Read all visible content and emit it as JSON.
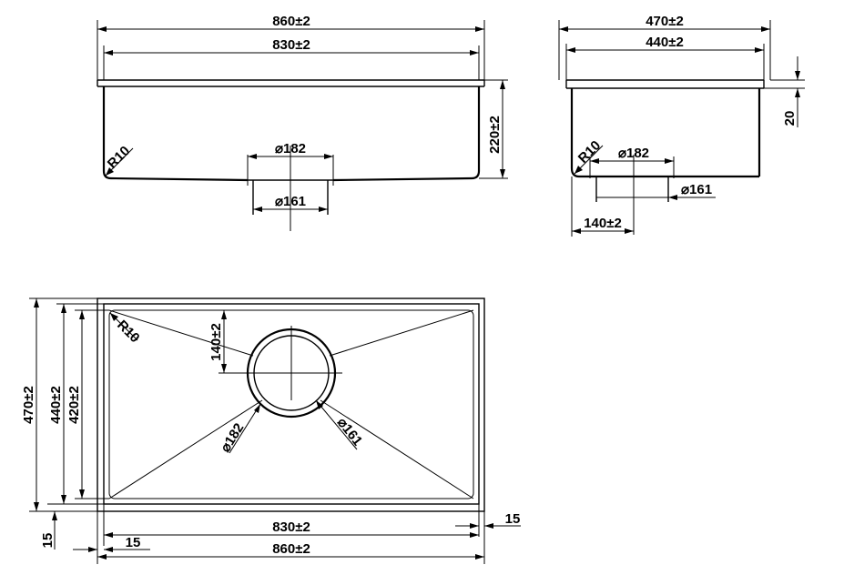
{
  "front_view": {
    "outer_width": "860±2",
    "inner_width": "830±2",
    "height": "220±2",
    "corner_radius": "R10",
    "drain_outer": "⌀182",
    "drain_inner": "⌀161"
  },
  "side_view": {
    "outer_width": "470±2",
    "inner_width": "440±2",
    "flange_height": "20",
    "corner_radius": "R10",
    "drain_outer": "⌀182",
    "drain_inner": "⌀161",
    "drain_offset": "140±2"
  },
  "top_view": {
    "outer_width": "860±2",
    "inner_width": "830±2",
    "outer_depth": "470±2",
    "middle_depth": "440±2",
    "inner_depth": "420±2",
    "corner_radius": "R10",
    "drain_offset": "140±2",
    "drain_outer": "⌀182",
    "drain_inner": "⌀161",
    "rim_left": "15",
    "rim_right": "15",
    "rim_bottom": "15"
  }
}
